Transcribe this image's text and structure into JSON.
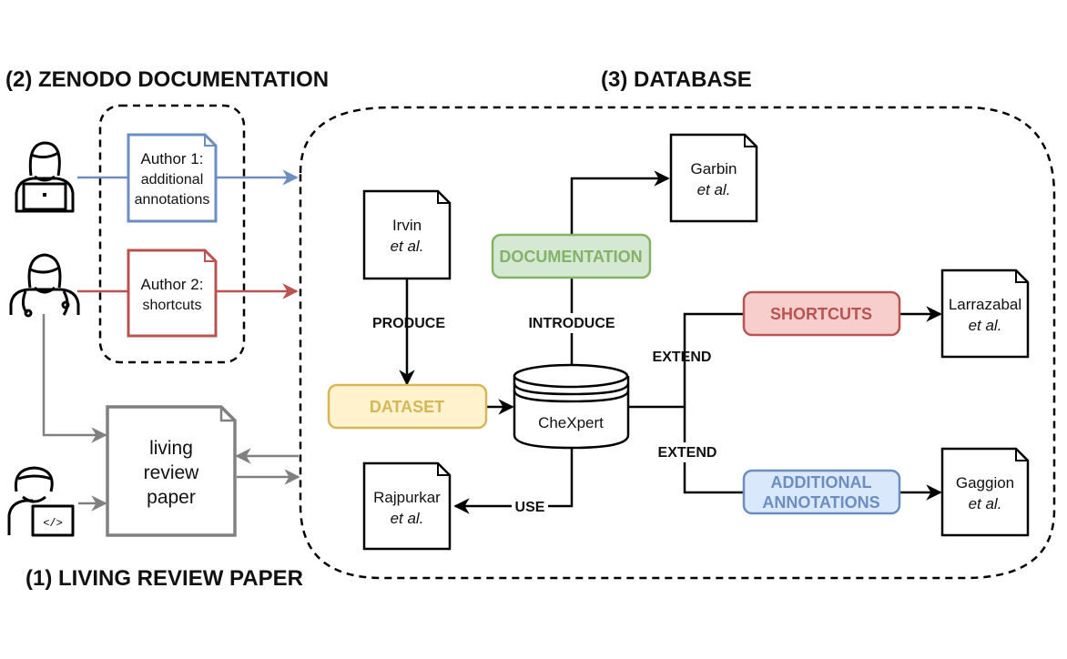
{
  "headers": {
    "zenodo": "(2) ZENODO DOCUMENTATION",
    "database": "(3) DATABASE",
    "living_review": "(1) LIVING REVIEW PAPER"
  },
  "zenodo_docs": {
    "author1": {
      "line1": "Author 1:",
      "line2": "additional",
      "line3": "annotations"
    },
    "author2": {
      "line1": "Author 2:",
      "line2": "shortcuts"
    }
  },
  "living_review_doc": {
    "line1": "living",
    "line2": "review",
    "line3": "paper"
  },
  "papers": {
    "irvin": {
      "name": "Irvin",
      "etal": "et al."
    },
    "garbin": {
      "name": "Garbin",
      "etal": "et al."
    },
    "rajpurkar": {
      "name": "Rajpurkar",
      "etal": "et al."
    },
    "larrazabal": {
      "name": "Larrazabal",
      "etal": "et al."
    },
    "gaggion": {
      "name": "Gaggion",
      "etal": "et al."
    }
  },
  "tags": {
    "documentation": "DOCUMENTATION",
    "dataset": "DATASET",
    "shortcuts": "SHORTCUTS",
    "additional": "ADDITIONAL",
    "annotations": "ANNOTATIONS"
  },
  "database_name": "CheXpert",
  "edge_labels": {
    "produce": "PRODUCE",
    "introduce": "INTRODUCE",
    "extend_top": "EXTEND",
    "extend_bottom": "EXTEND",
    "use": "USE"
  },
  "colors": {
    "blue": "#6c8ebf",
    "red": "#b85450",
    "green": "#82b366",
    "orange": "#d6b656",
    "gray": "#808080",
    "blue_fill": "#dae8fc",
    "red_fill": "#f8cecc",
    "green_fill": "#d5e8d4",
    "orange_fill": "#fff2cc"
  },
  "icons": [
    "doctor-laptop-icon",
    "doctor-stethoscope-icon",
    "developer-icon"
  ]
}
